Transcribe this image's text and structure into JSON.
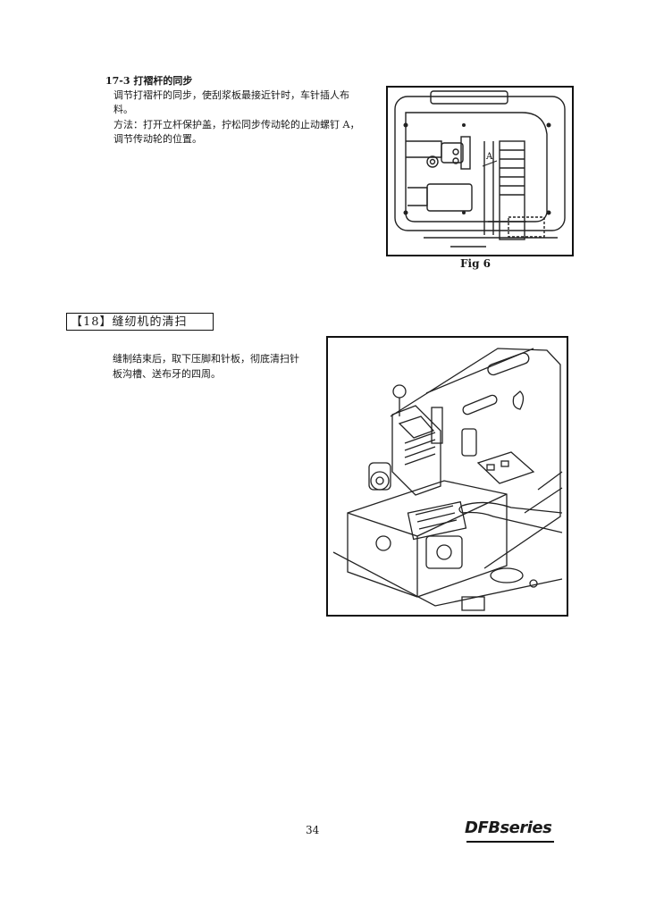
{
  "section_17_3": {
    "title": "17-3 打褶杆的同步",
    "line1": "调节打褶杆的同步，使刮浆板最接近针时，车针插人布",
    "line2": "料。",
    "line3": "方法：打开立杆保护盖，拧松同步传动轮的止动螺钉 A，",
    "line4": "调节传动轮的位置。"
  },
  "figure6": {
    "caption": "Fig 6",
    "label_a": "A"
  },
  "section_18": {
    "heading": "【18】缝纫机的清扫",
    "line1": "缝制结束后，取下压脚和针板，彻底清扫针",
    "line2": "板沟槽、送布牙的四周。"
  },
  "footer": {
    "page_number": "34",
    "brand": "DFBseries"
  }
}
